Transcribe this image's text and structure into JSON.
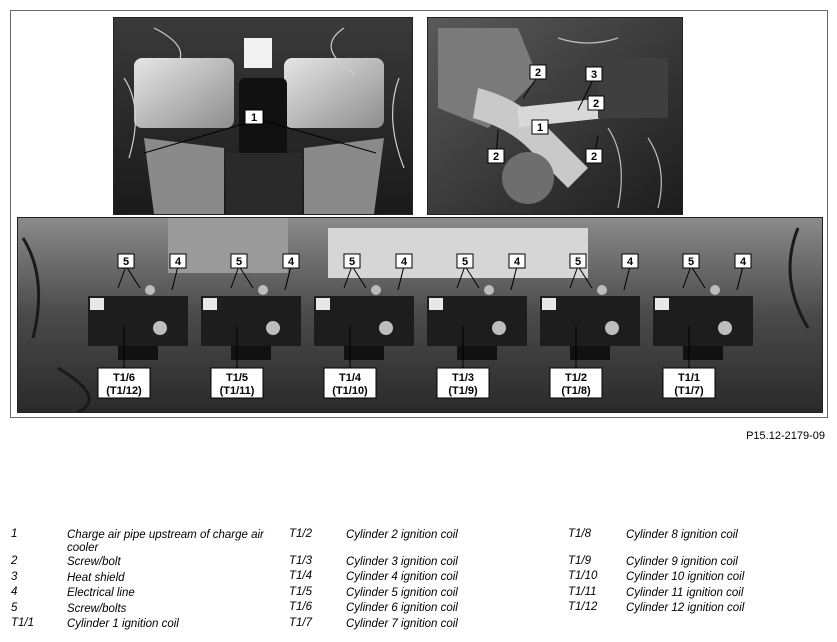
{
  "figure_id": "P15.12-2179-09",
  "callouts": {
    "photo1": [
      "1"
    ],
    "photo2": [
      "2",
      "3",
      "2",
      "1",
      "2",
      "2"
    ],
    "photo3_top": [
      "5",
      "4",
      "5",
      "4",
      "5",
      "4",
      "5",
      "4",
      "5",
      "4",
      "5",
      "4"
    ],
    "coils": [
      {
        "line1": "T1/6",
        "line2": "(T1/12)"
      },
      {
        "line1": "T1/5",
        "line2": "(T1/11)"
      },
      {
        "line1": "T1/4",
        "line2": "(T1/10)"
      },
      {
        "line1": "T1/3",
        "line2": "(T1/9)"
      },
      {
        "line1": "T1/2",
        "line2": "(T1/8)"
      },
      {
        "line1": "T1/1",
        "line2": "(T1/7)"
      }
    ]
  },
  "legend": {
    "col1": [
      {
        "key": "1",
        "desc": "Charge air pipe upstream of charge air cooler"
      },
      {
        "key": "2",
        "desc": "Screw/bolt"
      },
      {
        "key": "3",
        "desc": "Heat shield"
      },
      {
        "key": "4",
        "desc": "Electrical line"
      },
      {
        "key": "5",
        "desc": "Screw/bolts"
      },
      {
        "key": "T1/1",
        "desc": "Cylinder 1 ignition coil"
      }
    ],
    "col2": [
      {
        "key": "T1/2",
        "desc": "Cylinder 2 ignition coil"
      },
      {
        "key": "T1/3",
        "desc": "Cylinder 3 ignition coil"
      },
      {
        "key": "T1/4",
        "desc": "Cylinder 4 ignition coil"
      },
      {
        "key": "T1/5",
        "desc": "Cylinder 5 ignition coil"
      },
      {
        "key": "T1/6",
        "desc": "Cylinder 6 ignition coil"
      },
      {
        "key": "T1/7",
        "desc": "Cylinder 7 ignition coil"
      }
    ],
    "col3": [
      {
        "key": "T1/8",
        "desc": "Cylinder 8 ignition coil"
      },
      {
        "key": "T1/9",
        "desc": "Cylinder 9 ignition coil"
      },
      {
        "key": "T1/10",
        "desc": "Cylinder 10 ignition coil"
      },
      {
        "key": "T1/11",
        "desc": "Cylinder 11 ignition coil"
      },
      {
        "key": "T1/12",
        "desc": "Cylinder 12 ignition coil"
      }
    ]
  }
}
